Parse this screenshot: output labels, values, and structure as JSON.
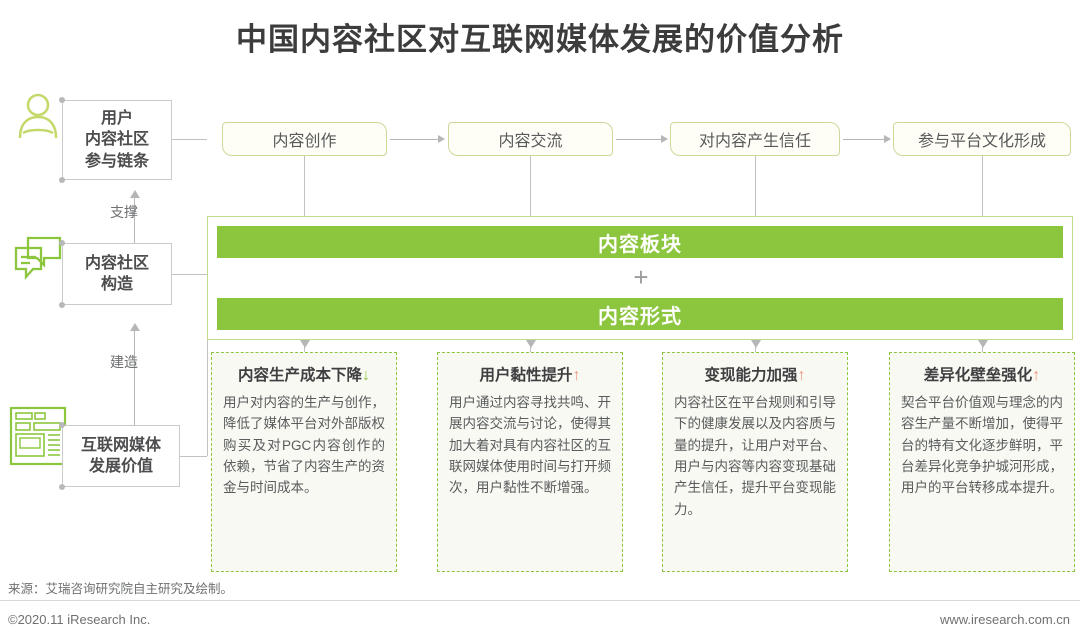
{
  "title": "中国内容社区对互联网媒体发展的价值分析",
  "colors": {
    "brand_green": "#8CC63F",
    "trend_up": "#F09480",
    "trend_down": "#8CC63F",
    "line_gray": "#B5B6B8",
    "text_dark": "#3C3C3C"
  },
  "left_column": {
    "items": [
      {
        "label": "用户\n内容社区\n参与链条",
        "line1": "用户",
        "line2": "内容社区",
        "line3": "参与链条",
        "icon": "user-icon"
      },
      {
        "label": "内容社区\n构造",
        "line1": "内容社区",
        "line2": "构造",
        "line3": "",
        "icon": "chat-bubbles-icon"
      },
      {
        "label": "互联网媒体\n发展价值",
        "line1": "互联网媒体",
        "line2": "发展价值",
        "line3": "",
        "icon": "webpage-icon"
      }
    ],
    "relations": [
      {
        "label": "支撑"
      },
      {
        "label": "建造"
      }
    ]
  },
  "flow_chain": {
    "steps": [
      {
        "label": "内容创作"
      },
      {
        "label": "内容交流"
      },
      {
        "label": "对内容产生信任"
      },
      {
        "label": "参与平台文化形成"
      }
    ]
  },
  "green_panel": {
    "bar_top": "内容板块",
    "plus": "+",
    "bar_bottom": "内容形式"
  },
  "cards": [
    {
      "title": "内容生产成本下降",
      "trend": "↓",
      "trend_dir": "down",
      "body": "用户对内容的生产与创作，降低了媒体平台对外部版权购买及对PGC内容创作的依赖，节省了内容生产的资金与时间成本。"
    },
    {
      "title": "用户黏性提升",
      "trend": "↑",
      "trend_dir": "up",
      "body": "用户通过内容寻找共鸣、开展内容交流与讨论，使得其加大着对具有内容社区的互联网媒体使用时间与打开频次，用户黏性不断增强。"
    },
    {
      "title": "变现能力加强",
      "trend": "↑",
      "trend_dir": "up",
      "body": "内容社区在平台规则和引导下的健康发展以及内容质与量的提升，让用户对平台、用户与内容等内容变现基础产生信任，提升平台变现能力。"
    },
    {
      "title": "差异化壁垒强化",
      "trend": "↑",
      "trend_dir": "up",
      "body": "契合平台价值观与理念的内容生产量不断增加，使得平台的特有文化逐步鲜明，平台差异化竞争护城河形成，用户的平台转移成本提升。"
    }
  ],
  "footer": {
    "source": "来源：艾瑞咨询研究院自主研究及绘制。",
    "copyright": "©2020.11 iResearch Inc.",
    "website": "www.iresearch.com.cn"
  }
}
